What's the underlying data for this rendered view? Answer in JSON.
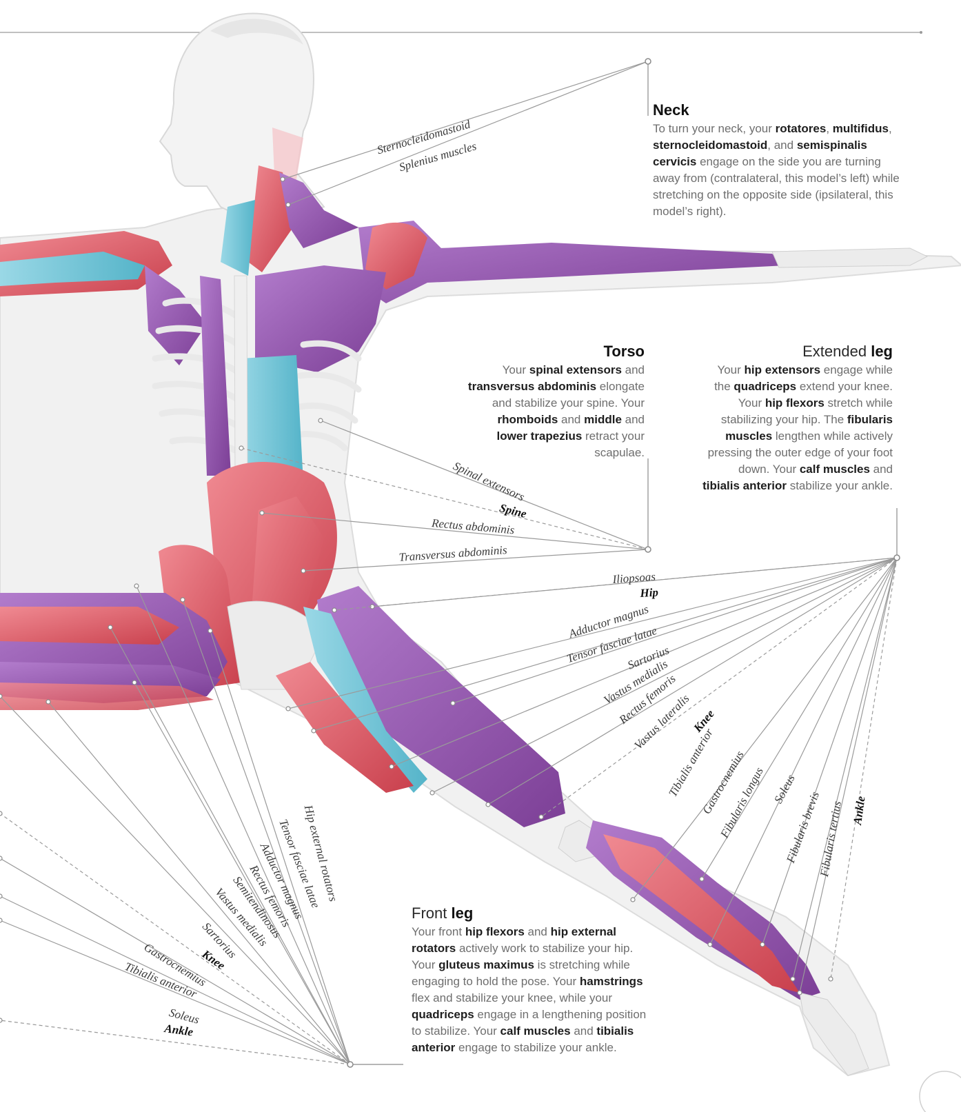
{
  "panels": {
    "neck": {
      "title_bold": "Neck",
      "text": [
        {
          "t": "To turn your neck, your "
        },
        {
          "b": "rotatores"
        },
        {
          "t": ", "
        },
        {
          "b": "multifidus"
        },
        {
          "t": ", "
        },
        {
          "b": "sternocleidomastoid"
        },
        {
          "t": ", and "
        },
        {
          "b": "semispinalis cervicis"
        },
        {
          "t": " engage on the side you are turning away from (contralateral, this model’s left) while stretching on the opposite side (ipsilateral, this model’s right)."
        }
      ]
    },
    "torso": {
      "title_bold": "Torso",
      "text": [
        {
          "t": "Your "
        },
        {
          "b": "spinal extensors"
        },
        {
          "t": " and "
        },
        {
          "b": "transversus abdominis"
        },
        {
          "t": " elongate and stabilize your spine. Your "
        },
        {
          "b": "rhomboids"
        },
        {
          "t": " and "
        },
        {
          "b": "middle"
        },
        {
          "t": " and "
        },
        {
          "b": "lower trapezius"
        },
        {
          "t": " retract your scapulae."
        }
      ]
    },
    "extended_leg": {
      "title_light": "Extended ",
      "title_bold": "leg",
      "text": [
        {
          "t": "Your "
        },
        {
          "b": "hip extensors"
        },
        {
          "t": " engage while the "
        },
        {
          "b": "quadriceps"
        },
        {
          "t": " extend your knee. Your "
        },
        {
          "b": "hip flexors"
        },
        {
          "t": " stretch while stabilizing your hip. The "
        },
        {
          "b": "fibularis muscles"
        },
        {
          "t": " lengthen while actively pressing the outer edge of your foot down. Your "
        },
        {
          "b": "calf muscles"
        },
        {
          "t": " and "
        },
        {
          "b": "tibialis anterior"
        },
        {
          "t": " stabilize your ankle."
        }
      ]
    },
    "front_leg": {
      "title_light": "Front ",
      "title_bold": "leg",
      "text": [
        {
          "t": "Your front "
        },
        {
          "b": "hip flexors"
        },
        {
          "t": " and "
        },
        {
          "b": "hip external rotators"
        },
        {
          "t": " actively work to stabilize your hip. Your "
        },
        {
          "b": "gluteus maximus"
        },
        {
          "t": " is stretching while engaging to hold the pose. Your "
        },
        {
          "b": "hamstrings"
        },
        {
          "t": " flex and stabilize your knee, while your "
        },
        {
          "b": "quadriceps"
        },
        {
          "t": " engage in a lengthening position to stabilize. Your "
        },
        {
          "b": "calf muscles"
        },
        {
          "t": " and "
        },
        {
          "b": "tibialis anterior"
        },
        {
          "t": " engage to stabilize your ankle."
        }
      ]
    }
  },
  "labels": {
    "neck": [
      "Sternocleidomastoid",
      "Splenius muscles"
    ],
    "torso": [
      "Spinal extensors",
      "Spine",
      "Rectus abdominis",
      "Transversus abdominis"
    ],
    "extended_leg": [
      "Iliopsoas",
      "Hip",
      "Adductor magnus",
      "Tensor fasciae latae",
      "Sartorius",
      "Vastus medialis",
      "Rectus femoris",
      "Vastus lateralis",
      "Knee",
      "Tibialis anterior",
      "Gastrocnemius",
      "Fibularis longus",
      "Soleus",
      "Fibularis brevis",
      "Fibularis tertius",
      "Ankle"
    ],
    "front_leg": [
      "Hip external rotators",
      "Tensor fasciae latae",
      "Adductor magnus",
      "Rectus femoris",
      "Semitendinosus",
      "Vastus medialis",
      "Sartorius",
      "Knee",
      "Gastrocnemius",
      "Tibialis anterior",
      "Soleus",
      "Ankle"
    ]
  },
  "joints": [
    "Spine",
    "Hip",
    "Knee",
    "Ankle"
  ],
  "colors": {
    "red_muscle": "#e2606b",
    "purple_muscle": "#9a5cb2",
    "blue_muscle": "#6fc6d8",
    "bone": "#eeeeee",
    "skin": "#f0f0f0",
    "leader_line": "#9a9a9a"
  }
}
